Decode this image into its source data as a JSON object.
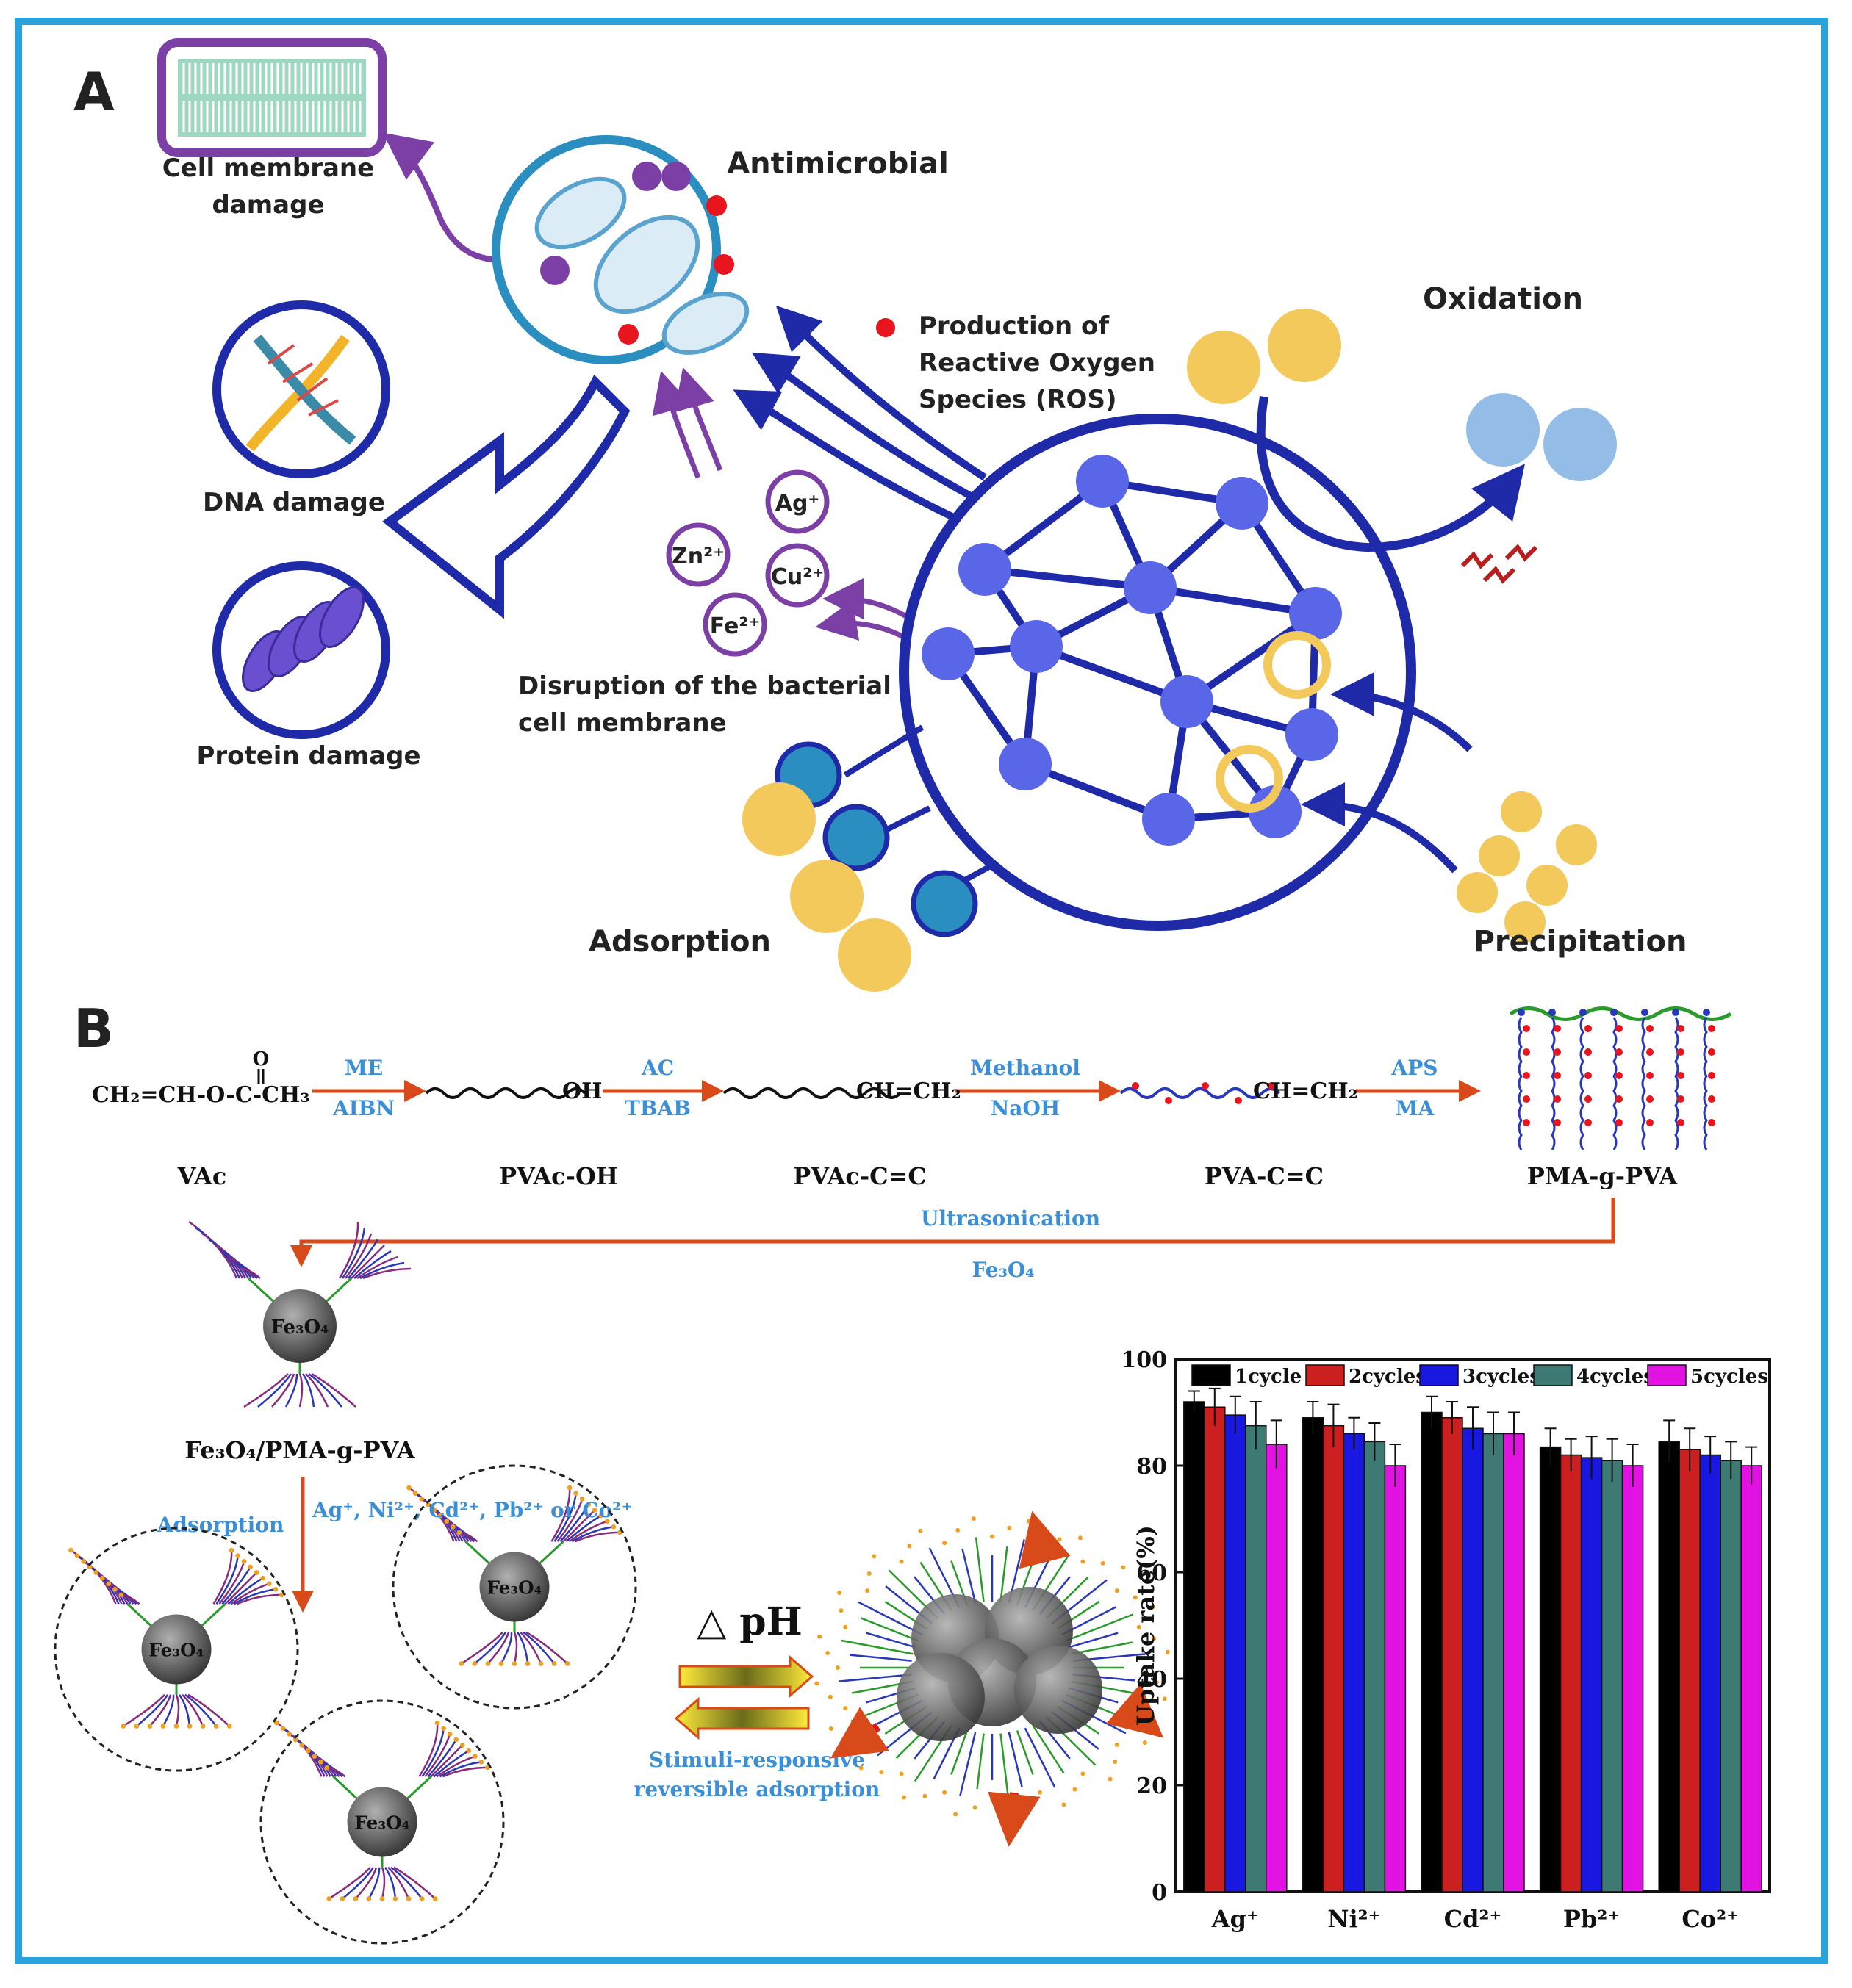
{
  "colors": {
    "frame": "#2aa3dc",
    "network": "#1e2aa8",
    "node": "#5a66e8",
    "ros": "#e8141e",
    "ion": "#7b3fa6",
    "yellow": "#f3c95c",
    "oxidized": "#93bde6",
    "reaction_arrow": "#d84a1a",
    "conditions": "#3b8fd6"
  },
  "panel_a": {
    "label": "A",
    "antimicrobial": "Antimicrobial",
    "cell_membrane": [
      "Cell membrane",
      "damage"
    ],
    "ros": [
      "Production  of",
      "Reactive Oxygen",
      "Species (ROS)"
    ],
    "oxidation": "Oxidation",
    "dna": "DNA damage",
    "protein": "Protein damage",
    "disruption": [
      "Disruption of the bacterial",
      "cell membrane"
    ],
    "adsorption": "Adsorption",
    "precipitation": "Precipitation",
    "ions": [
      "Ag⁺",
      "Zn²⁺",
      "Cu²⁺",
      "Fe²⁺"
    ]
  },
  "panel_b": {
    "label": "B",
    "vac_formula": "CH₂=CH-O-C-CH₃",
    "carbonyl_o": "O",
    "oh": "OH",
    "ch_ch2": "CH=CH₂",
    "step1": {
      "top": "ME",
      "bottom": "AIBN"
    },
    "step2": {
      "top": "AC",
      "bottom": "TBAB"
    },
    "step3": {
      "top": "Methanol",
      "bottom": "NaOH"
    },
    "step4": {
      "top": "APS",
      "bottom": "MA"
    },
    "names": [
      "VAc",
      "PVAc-OH",
      "PVAc-C=C",
      "PVA-C=C",
      "PMA-g-PVA"
    ],
    "ultrasonication": "Ultrasonication",
    "fe3o4_reagent": "Fe₃O₄",
    "core_label": "Fe₃O₄",
    "composite": "Fe₃O₄/PMA-g-PVA",
    "adsorption": "Adsorption",
    "ions": "Ag⁺, Ni²⁺, Cd²⁺, Pb²⁺ or Co²⁺",
    "delta_ph": "△ pH",
    "stimuli": [
      "Stimuli-responsive",
      "reversible adsorption"
    ]
  },
  "chart_data": {
    "type": "bar",
    "categories": [
      "Ag⁺",
      "Ni²⁺",
      "Cd²⁺",
      "Pb²⁺",
      "Co²⁺"
    ],
    "series": [
      {
        "name": "1cycle",
        "color": "#000000",
        "values": [
          92,
          89,
          90,
          83.5,
          84.5
        ],
        "errors": [
          2,
          3,
          3,
          3.5,
          4
        ]
      },
      {
        "name": "2cycles",
        "color": "#cc1f1f",
        "values": [
          91,
          87.5,
          89,
          82,
          83
        ],
        "errors": [
          3.5,
          4,
          3,
          3,
          4
        ]
      },
      {
        "name": "3cycles",
        "color": "#1818e0",
        "values": [
          89.5,
          86,
          87,
          81.5,
          82
        ],
        "errors": [
          3.5,
          3,
          4,
          4,
          3.5
        ]
      },
      {
        "name": "4cycles",
        "color": "#3e7a74",
        "values": [
          87.5,
          84.5,
          86,
          81,
          81
        ],
        "errors": [
          4.5,
          3.5,
          4,
          4,
          3.5
        ]
      },
      {
        "name": "5cycles",
        "color": "#e212e2",
        "values": [
          84,
          80,
          86,
          80,
          80
        ],
        "errors": [
          4.5,
          4,
          4,
          4,
          3.5
        ]
      }
    ],
    "ylabel": "Uptake rate(%)",
    "ylim": [
      0,
      100
    ],
    "yticks": [
      0,
      20,
      40,
      60,
      80,
      100
    ],
    "legend": "top"
  }
}
